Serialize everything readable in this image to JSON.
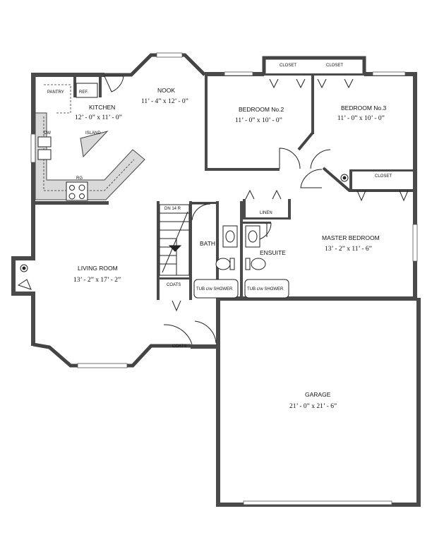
{
  "rooms": {
    "nook": {
      "name": "NOOK",
      "dims": "11’ - 4” x 12’ - 0”"
    },
    "kitchen": {
      "name": "KITCHEN",
      "dims": "12’ - 0” x 11’ - 0”"
    },
    "bedroom2": {
      "name": "BEDROOM No.2",
      "dims": "11’ - 0” x 10’ - 0”"
    },
    "bedroom3": {
      "name": "BEDROOM No.3",
      "dims": "11’ - 0” x 10’ - 0”"
    },
    "master": {
      "name": "MASTER BEDROOM",
      "dims": "13’ - 2” x 11’ - 6”"
    },
    "living": {
      "name": "LIVING ROOM",
      "dims": "13’ - 2” x 17’ - 2”"
    },
    "garage": {
      "name": "GARAGE",
      "dims": "21’ - 0” x 21’ - 6”"
    },
    "bath": {
      "name": "BATH"
    },
    "ensuite": {
      "name": "ENSUITE"
    }
  },
  "fixtures": {
    "pantry": "PANTRY",
    "ref": "REF.",
    "island": "ISLAND",
    "dw": "DW",
    "rg": "RG",
    "closet": "CLOSET",
    "linen": "LINEN",
    "coats": "COATS",
    "stairs": "DN 14 R",
    "tub": "TUB c/w SHOWER"
  }
}
